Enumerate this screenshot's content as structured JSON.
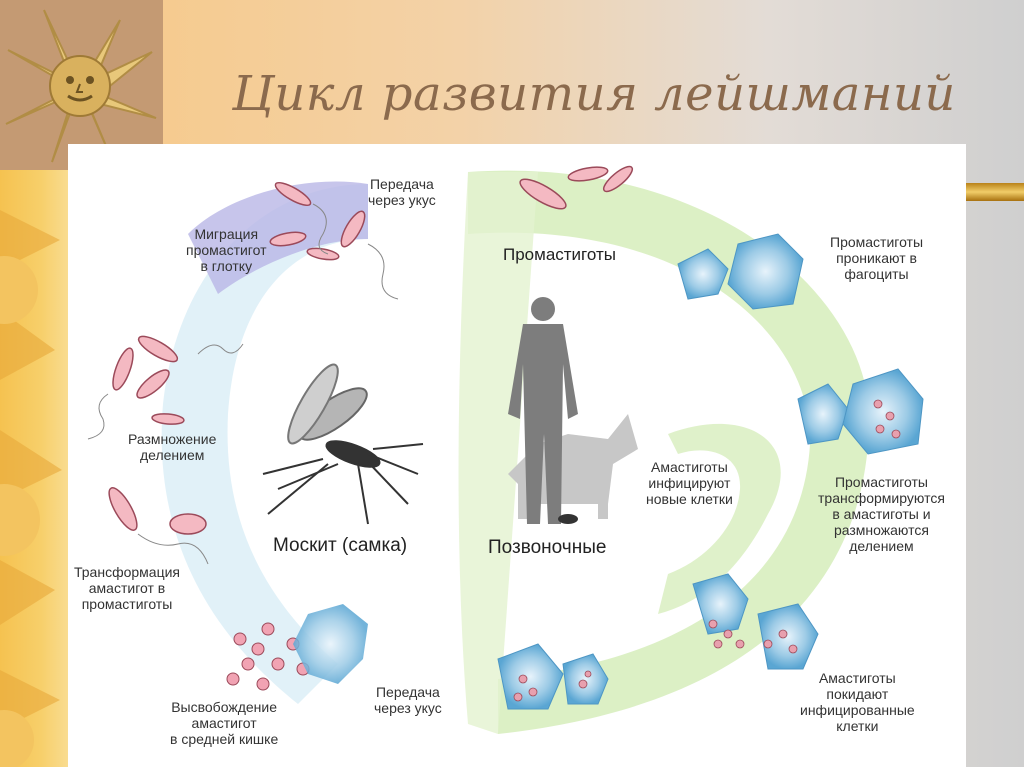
{
  "slide": {
    "title": "Цикл развития лейшманий"
  },
  "diagram": {
    "labels": {
      "bite_transfer_top": "Передача\nчерез укус",
      "migration": "Миграция\nпромастигот\nв глотку",
      "division": "Размножение\nделением",
      "transformation_vector": "Трансформация\nамастигот в\nпромастиготы",
      "release": "Высвобождение\nамастигот\nв средней кишке",
      "bite_transfer_bottom": "Передача\nчерез укус",
      "mosquito": "Москит (самка)",
      "vertebrates": "Позвоночные",
      "promastigotes": "Промастиготы",
      "penetrate": "Промастиготы\nпроникают в\nфагоциты",
      "amastigotes_infect": "Амастиготы\nинфицируют\nновые клетки",
      "transform_host": "Промастиготы\nтрансформируются\nв амастиготы и\nразмножаются\nделением",
      "amastigotes_leave": "Амастиготы\nпокидают\nинфицированные\nклетки"
    }
  }
}
